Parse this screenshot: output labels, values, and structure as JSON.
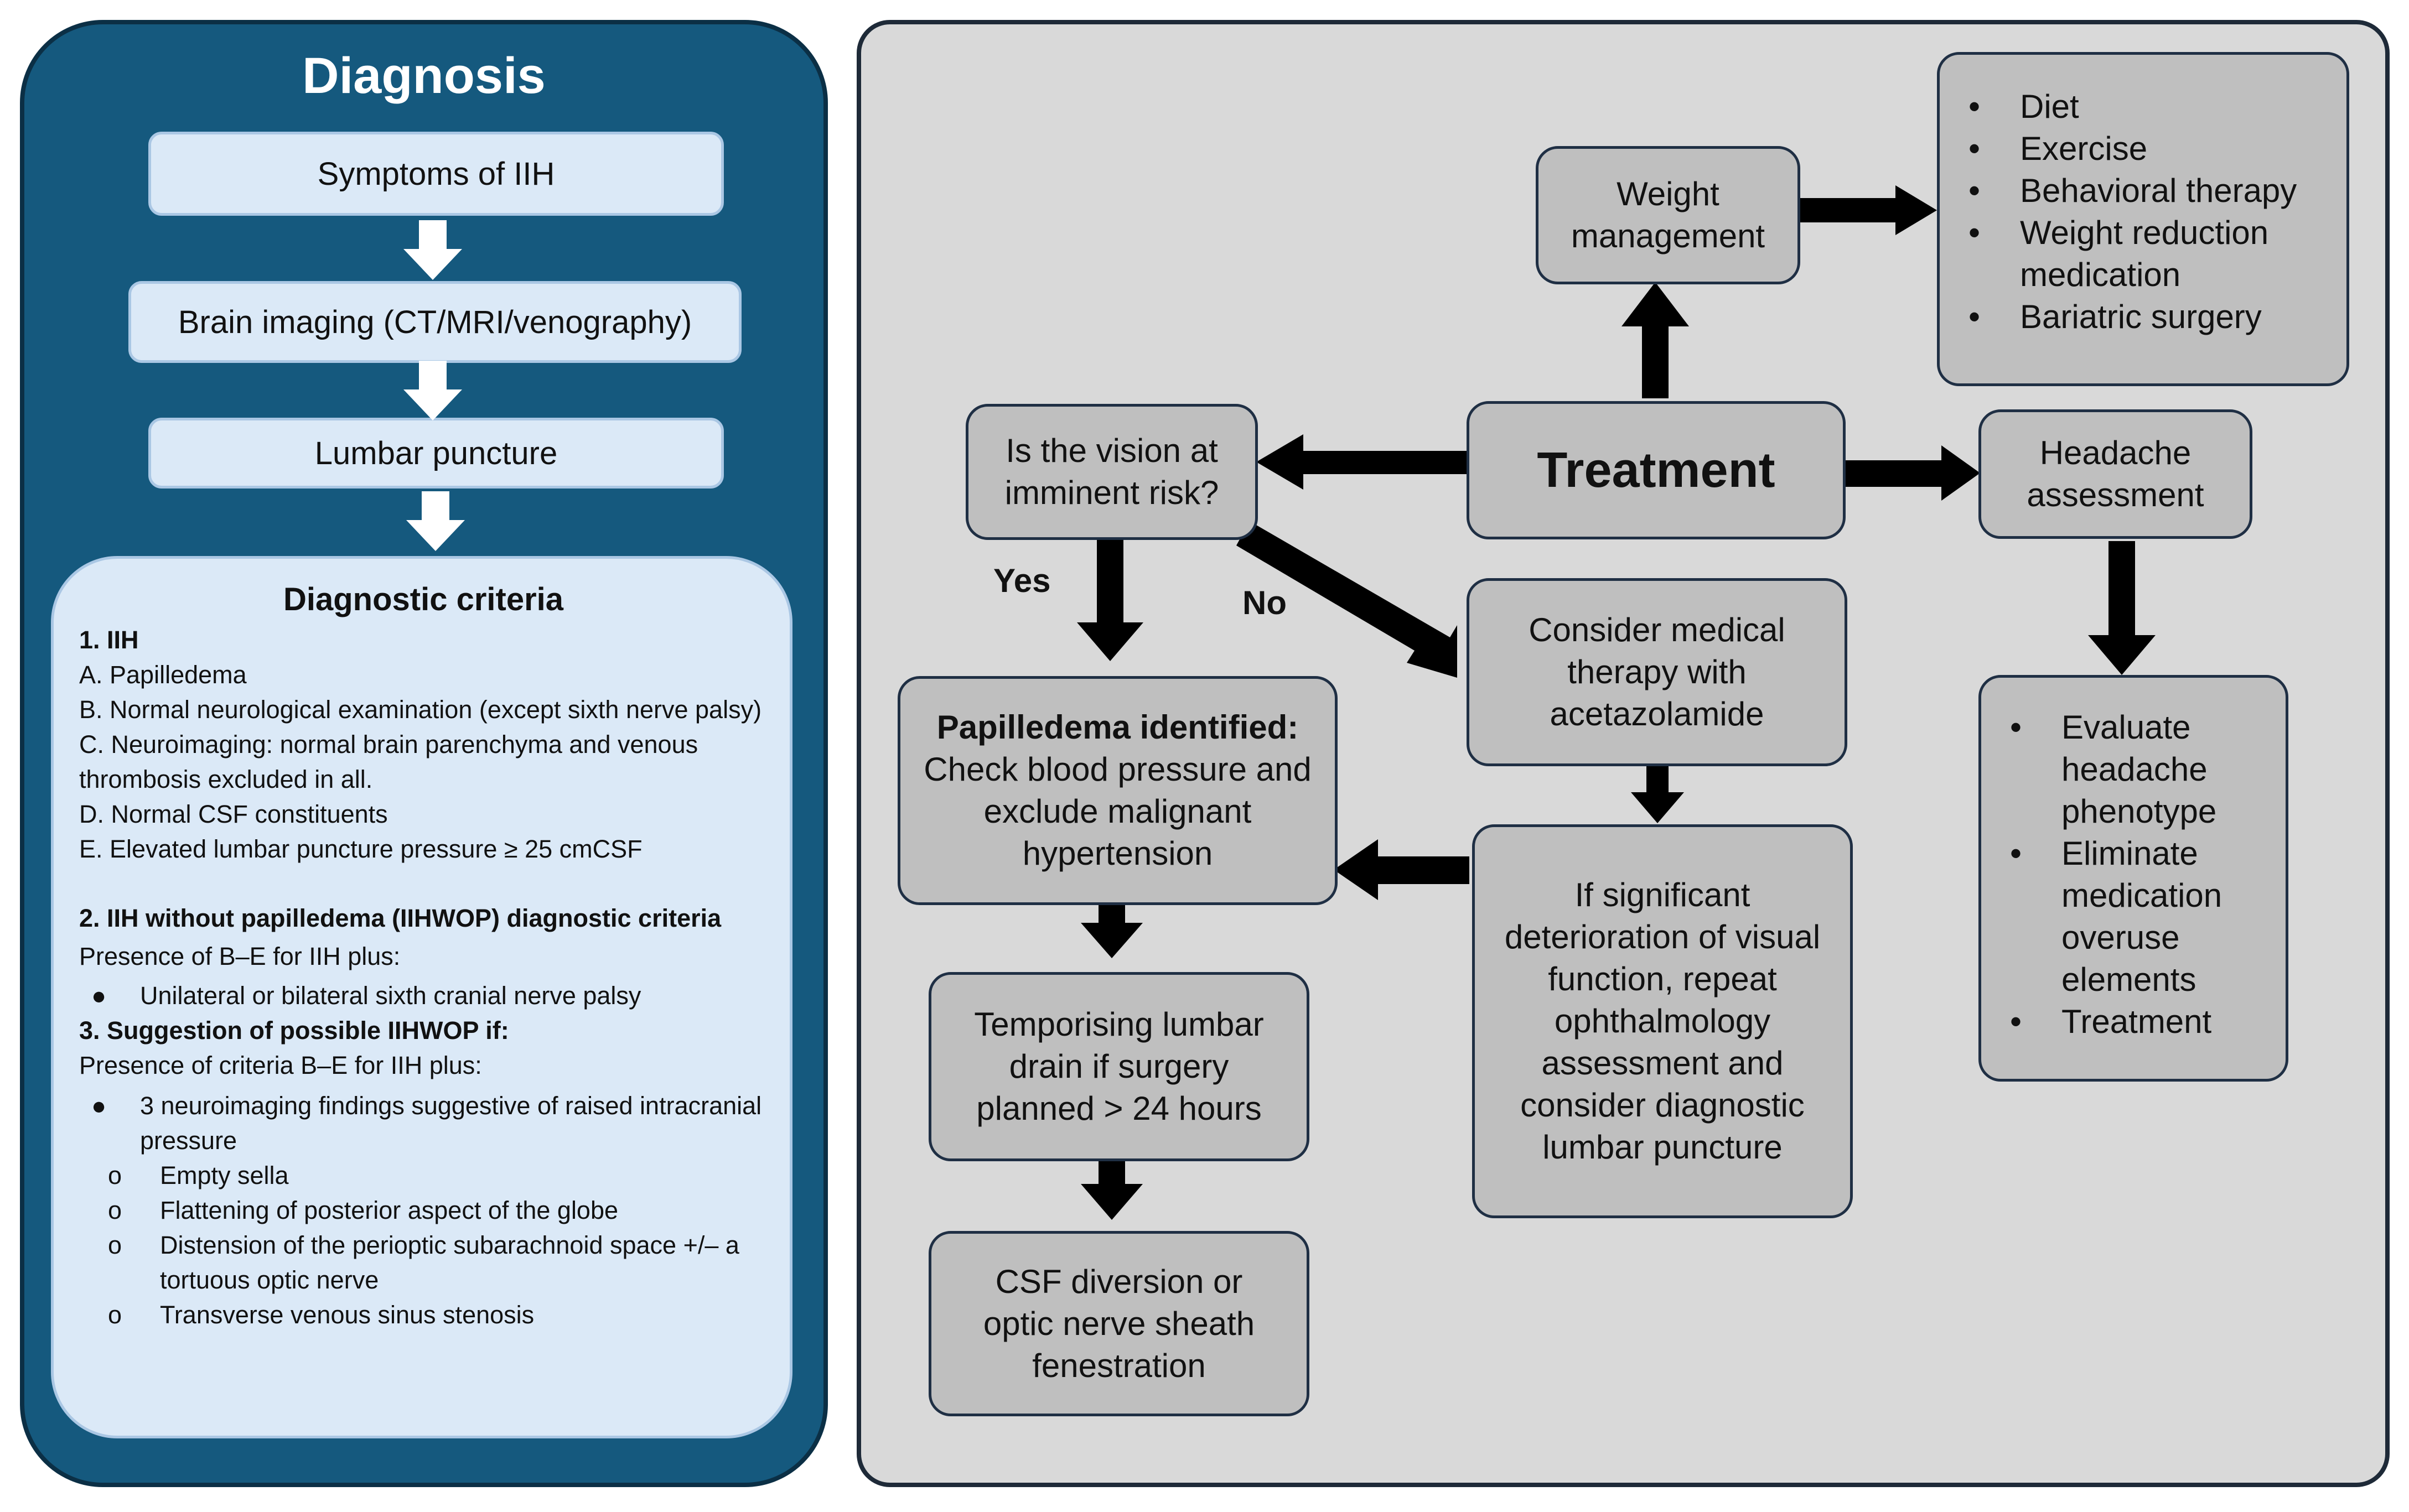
{
  "diagnosis": {
    "title": "Diagnosis",
    "steps": [
      "Symptoms of IIH",
      "Brain imaging (CT/MRI/venography)",
      "Lumbar puncture"
    ],
    "criteria": {
      "title": "Diagnostic criteria",
      "s1_heading": "1. IIH",
      "s1_items": [
        "A. Papilledema",
        "B. Normal neurological examination (except sixth nerve palsy)",
        "C. Neuroimaging: normal brain parenchyma and venous thrombosis excluded in all.",
        "D. Normal CSF constituents",
        "E. Elevated lumbar puncture pressure ≥ 25 cmCSF"
      ],
      "s2_heading": "2. IIH without papilledema (IIHWOP) diagnostic criteria",
      "s2_intro": "Presence of B–E for IIH plus:",
      "s2_bullets": [
        "Unilateral or bilateral sixth cranial nerve palsy"
      ],
      "s3_heading": "3. Suggestion of possible IIHWOP if:",
      "s3_intro": "Presence of criteria B–E for IIH plus:",
      "s3_bullet": "3 neuroimaging findings suggestive of raised intracranial pressure",
      "s3_sub": [
        "Empty sella",
        "Flattening of posterior aspect of the globe",
        "Distension of the perioptic subarachnoid space +/– a tortuous optic nerve",
        "Transverse venous sinus stenosis"
      ],
      "bullet_glyph": "●",
      "sub_glyph": "o"
    }
  },
  "treatment": {
    "title": "Treatment",
    "weight": "Weight management",
    "weight_list": [
      "Diet",
      "Exercise",
      "Behavioral therapy",
      "Weight reduction medication",
      "Bariatric surgery"
    ],
    "vision": "Is the vision at imminent risk?",
    "yes": "Yes",
    "no": "No",
    "papilledema_bold": "Papilledema identified:",
    "papilledema_text": "Check blood pressure and exclude malignant hypertension",
    "medical": "Consider medical therapy with acetazolamide",
    "deterioration": "If significant deterioration of visual function, repeat ophthalmology assessment and consider diagnostic lumbar puncture",
    "lumbar_drain": "Temporising lumbar drain if surgery planned > 24 hours",
    "csf": "CSF diversion or optic nerve sheath fenestration",
    "headache": "Headache assessment",
    "headache_list": [
      "Evaluate headache phenotype",
      "Eliminate medication overuse elements",
      "Treatment"
    ]
  },
  "colors": {
    "panel_blue": "#15597e",
    "light_box": "#dbe9f7",
    "grey_panel": "#d9d9d9",
    "grey_box": "#bfbfbf"
  }
}
